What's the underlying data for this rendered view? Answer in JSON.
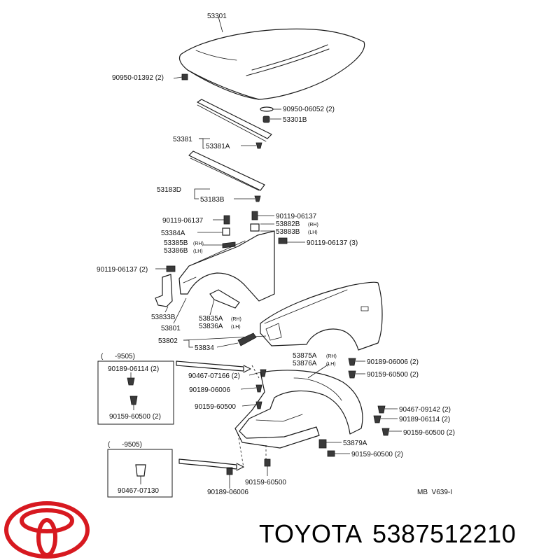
{
  "brand": {
    "name": "TOYOTA",
    "part_number": "5387512210",
    "logo_color": "#d71920",
    "logo_icon": "toyota-logo-icon"
  },
  "diagram": {
    "code": "MB  V639-I",
    "labels": {
      "hood": "53301",
      "hood_clip": "90950-01392 (2)",
      "hood_seal_clip": "90950-06052 (2)",
      "hood_cushion": "53301B",
      "seal_upper": "53381",
      "seal_upper_clip": "53381A",
      "seal_lower": "53183D",
      "seal_lower_clip": "53183B",
      "bolt_left": "90119-06137",
      "bolt_right": "90119-06137",
      "bracket_a": "53384A",
      "bracket_rh": "53882B",
      "bracket_lh": "53883B",
      "rh_tag_1": "(RH)",
      "lh_tag_1": "(LH)",
      "plate_rh": "53385B",
      "plate_lh": "53386B",
      "rh_tag_2": "(RH)",
      "lh_tag_2": "(LH)",
      "bolt_3": "90119-06137 (3)",
      "bolt_2": "90119-06137 (2)",
      "bracket_b": "53833B",
      "fender_a": "53801",
      "fender_b": "53802",
      "brace_rh": "53835A",
      "brace_lh": "53836A",
      "rh_tag_3": "(RH)",
      "lh_tag_3": "(LH)",
      "seal_b": "53834",
      "liner_rh": "53875A",
      "liner_lh": "53876A",
      "rh_tag_4": "(RH)",
      "lh_tag_4": "(LH)",
      "clip_06006_2": "90189-06006 (2)",
      "screw_60500_2a": "90159-60500 (2)",
      "clip_07168": "90467-07166 (2)",
      "clip_06006_a": "90189-06006",
      "screw_60500_a": "90159-60500",
      "clip_09142": "90467-09142 (2)",
      "clip_06114_2r": "90189-06114 (2)",
      "screw_60500_2b": "90159-60500 (2)",
      "seal_c": "53879A",
      "screw_60500_2c": "90159-60500 (2)",
      "screw_60500_b": "90159-60500",
      "clip_06006_b": "90189-06006",
      "box1_range": "(      -9505)",
      "box1_clip": "90189-06114 (2)",
      "box1_screw": "90159-60500 (2)",
      "box2_range": "(      -9505)",
      "box2_clip": "90467-07130"
    }
  }
}
